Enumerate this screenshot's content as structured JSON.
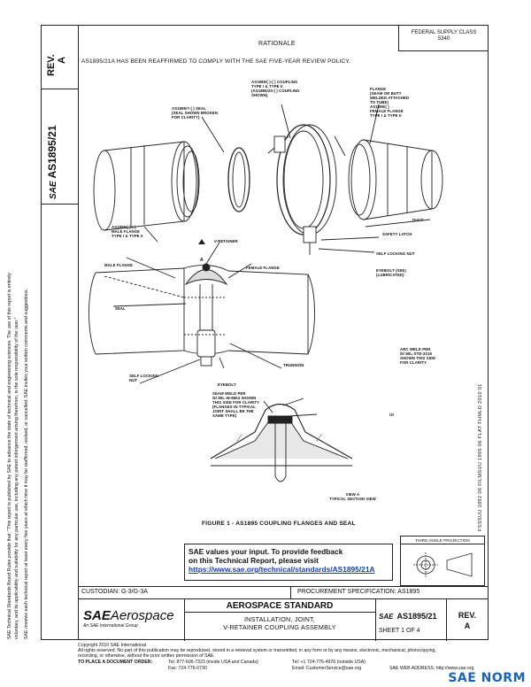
{
  "left_column": {
    "rev_label": "REV.",
    "rev_value": "A",
    "sae_logo_text": "SAE",
    "doc_number": "AS1895/21"
  },
  "margin_text": [
    "SAE Technical Standards Board Rules provide that: \"This report is published by SAE to advance the state of technical and engineering sciences. The use of this report is entirely",
    "voluntary, and its applicability and suitability for any particular use, including any patent infringement arising therefrom, is the sole responsibility of the user.\"",
    "SAE reviews each technical report at least every five years at which time it may be reaffirmed, revised, or cancelled. SAE invites your written comments and suggestions."
  ],
  "fed_sup_class": {
    "line1": "FEDERAL SUPPLY CLASS",
    "line2": "5340"
  },
  "rationale": {
    "heading": "RATIONALE",
    "body": "AS1895/21A HAS BEEN REAFFIRMED TO COMPLY WITH THE SAE FIVE-YEAR REVIEW POLICY."
  },
  "figure": {
    "labels": {
      "seal": "AS1895/7-( ) SEAL\n(SEAL SHOWN BROKEN\nFOR CLARITY)",
      "coupling": "AS1895/( )-( ) COUPLING\nTYPE I & TYPE II\n(AS1895/20-( ) COUPLING\nSHOWN)",
      "flange_right": "FLANGE\n(SEAM OR BUTT\nWELDED ATTACHED\nTO TUBE)\nAS1895/( )\nFEMALE FLANGE\nTYPE I & TYPE II",
      "male_flange_top": "AS1895/( )-( )\nMALE FLANGE\nTYPE I & TYPE II",
      "duct": "DUCT",
      "safety_latch": "SAFETY LATCH",
      "self_locking_nut": "SELF LOCKING NUT",
      "eyebolt": "EYEBOLT (SEE)\n(LUBRICATED)",
      "v_retainer": "V-RETAINER",
      "male_flange": "MALE FLANGE",
      "female_flange": "FEMALE FLANGE",
      "seal_short": "SEAL",
      "self_locking_nut_low": "SELF LOCKING\nNUT",
      "eyebolt_low": "EYEBOLT",
      "trunnion": "TRUNNION",
      "arc_weld": "ARC WELD PER\n/5/ MIL-STD-2219\nSHOWN THIS SIDE\nFOR CLARITY",
      "seam_weld": "SEAM WELD PER\n/5/ MIL-W-8604 SHOWN\nTHIS SIDE FOR CLARITY\n(FLANGES IN TYPICAL\nJOINT SHALL BE THE\nSAME TYPE)",
      "ref_tag": "/3/",
      "view_a": "VIEW A\nTYPICAL SECTION VIEW",
      "a_marker": "A"
    },
    "caption": "FIGURE 1 - AS1895 COUPLING FLANGES AND SEAL"
  },
  "right_margin_codes": "FSSSUU 1892 06   FILMSUU 1995 06   FLAT FHMLD 2010 01",
  "feedback": {
    "line1": "SAE values your input. To provide feedback",
    "line2": "on this Technical Report, please visit",
    "link": "https://www.sae.org/technical/standards/AS1895/21A"
  },
  "third_angle": {
    "label": "THIRD ANGLE PROJECTION"
  },
  "title_block": {
    "custodian": "CUSTODIAN: G-3/G-3A",
    "procurement": "PROCUREMENT SPECIFICATION: AS1895",
    "brand_main": "SAE",
    "brand_sub": "Aerospace",
    "brand_tag": "An SAE International Group",
    "standard_type": "AEROSPACE STANDARD",
    "title_line1": "INSTALLATION, JOINT,",
    "title_line2": "V-RETAINER COUPLING ASSEMBLY",
    "doc_logo": "SAE",
    "doc_number": "AS1895/21",
    "sheet": "SHEET 1 OF 4",
    "rev_label": "REV.",
    "rev_value": "A"
  },
  "footer": {
    "copyright": "Copyright 2010 SAE International",
    "rights": "All rights reserved. No part of this publication may be reproduced, stored in a retrieval system or transmitted, in any form or by any means, electronic, mechanical, photocopying,",
    "rights2": "recording, or otherwise, without the prior written permission of SAE.",
    "order_label": "TO PLACE A DOCUMENT ORDER:",
    "tel1": "Tel: 877-606-7323 (inside USA and Canada)",
    "tel2": "Tel: +1 724-776-4970 (outside USA)",
    "fax": "Fax: 724-776-0790",
    "email": "Email: CustomerService@sae.org",
    "web": "SAE WEB ADDRESS: http://www.sae.org"
  },
  "watermark": "SAE NORM",
  "colors": {
    "link": "#1a3fb5",
    "watermark": "#1e62b5",
    "ink": "#111111"
  }
}
